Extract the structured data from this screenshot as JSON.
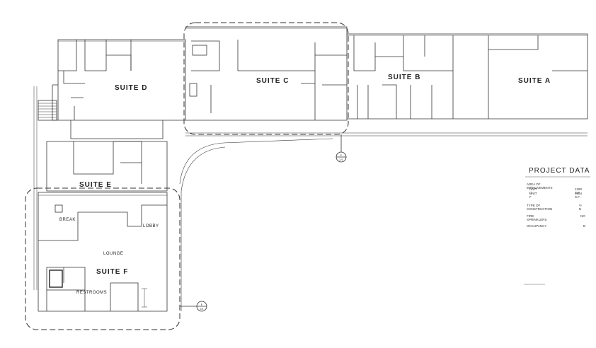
{
  "suites": {
    "a": "SUITE A",
    "b": "SUITE B",
    "c": "SUITE C",
    "d": "SUITE D",
    "e": "SUITE E",
    "f": "SUITE F"
  },
  "rooms": {
    "break": "BREAK",
    "lobby": "LOBBY",
    "lounge": "LOUNGE",
    "restrooms": "RESTROOMS"
  },
  "project_data": {
    "title": "PROJECT DATA",
    "area_heading": "AREA OF IMPROVEMENTS",
    "unit_c_label": "UNIT C",
    "unit_c_value": "1280 S.F.",
    "unit_f_label": "UNIT F",
    "unit_f_value": "1564 S.F.",
    "construction_label": "TYPE OF CONSTRUCTION",
    "construction_value": "V-N",
    "sprinklers_label": "FIRE SPRINKLERS",
    "sprinklers_value": "NO",
    "occupancy_label": "OCCUPANCY",
    "occupancy_value": "B"
  },
  "section_markers": {
    "marker_1_top": "F",
    "marker_1_bottom": "2/1",
    "marker_2_top": "F",
    "marker_2_bottom": "2/1"
  }
}
